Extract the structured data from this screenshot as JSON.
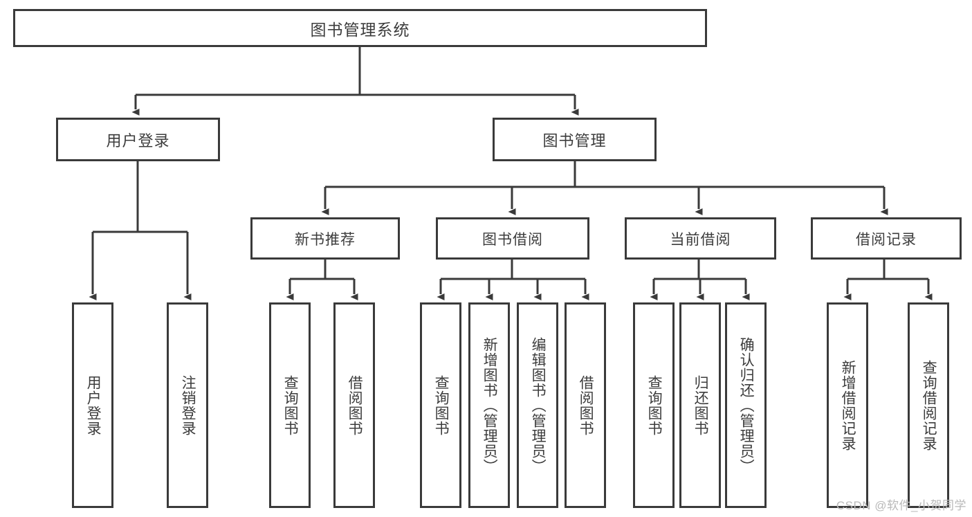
{
  "diagram": {
    "title": "图书管理系统",
    "watermark": "CSDN @软件_小贺同学",
    "colors": {
      "box_border": "#3a3a3a",
      "text": "#3c3c3c",
      "connector": "#3a3a3a",
      "background": "#ffffff",
      "watermark": "#b9b9b9"
    },
    "root": {
      "label": "图书管理系统"
    },
    "level1": [
      {
        "label": "用户登录"
      },
      {
        "label": "图书管理"
      }
    ],
    "level2": [
      {
        "label": "新书推荐"
      },
      {
        "label": "图书借阅"
      },
      {
        "label": "当前借阅"
      },
      {
        "label": "借阅记录"
      }
    ],
    "leaves": {
      "user_login": [
        {
          "label": "用户登录"
        },
        {
          "label": "注销登录"
        }
      ],
      "new_book_recommend": [
        {
          "label": "查询图书"
        },
        {
          "label": "借阅图书"
        }
      ],
      "book_borrow": [
        {
          "label": "查询图书"
        },
        {
          "label": "新增图书（管理员）"
        },
        {
          "label": "编辑图书（管理员）"
        },
        {
          "label": "借阅图书"
        }
      ],
      "current_borrow": [
        {
          "label": "查询图书"
        },
        {
          "label": "归还图书"
        },
        {
          "label": "确认归还（管理员）"
        }
      ],
      "borrow_record": [
        {
          "label": "新增借阅记录"
        },
        {
          "label": "查询借阅记录"
        }
      ]
    }
  }
}
